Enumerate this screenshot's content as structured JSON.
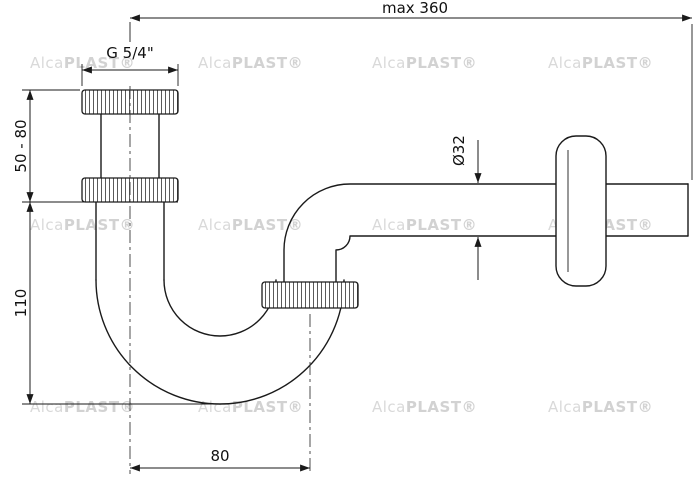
{
  "drawing": {
    "type": "technical-drawing",
    "subject": "bottle/P-trap siphon side view with wall rosette"
  },
  "dimensions": {
    "max_width": "max 360",
    "thread_size": "G 5/4\"",
    "inlet_height_range": "50 - 80",
    "trap_height": "110",
    "pipe_diameter": "Ø32",
    "axis_offset": "80"
  },
  "watermark": {
    "light": "Alca",
    "bold": "PLAST®"
  },
  "colors": {
    "line": "#1a1a1a",
    "watermark": "#d9d9d9",
    "background": "#ffffff"
  }
}
